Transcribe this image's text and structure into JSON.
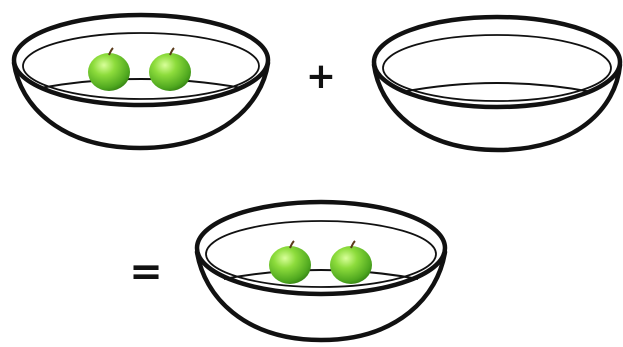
{
  "equation": {
    "operator_plus": "+",
    "operator_equals": "=",
    "bowls": [
      {
        "role": "first-addend",
        "apple_count": 2
      },
      {
        "role": "second-addend",
        "apple_count": 0
      },
      {
        "role": "sum",
        "apple_count": 2
      }
    ]
  },
  "colors": {
    "bowl_stroke": "#111111",
    "bowl_fill": "#ffffff",
    "apple_light": "#b8ee6a",
    "apple_mid": "#6fcf2f",
    "apple_dark": "#3a8d16",
    "stem": "#5b3b1a",
    "operator": "#111111"
  }
}
